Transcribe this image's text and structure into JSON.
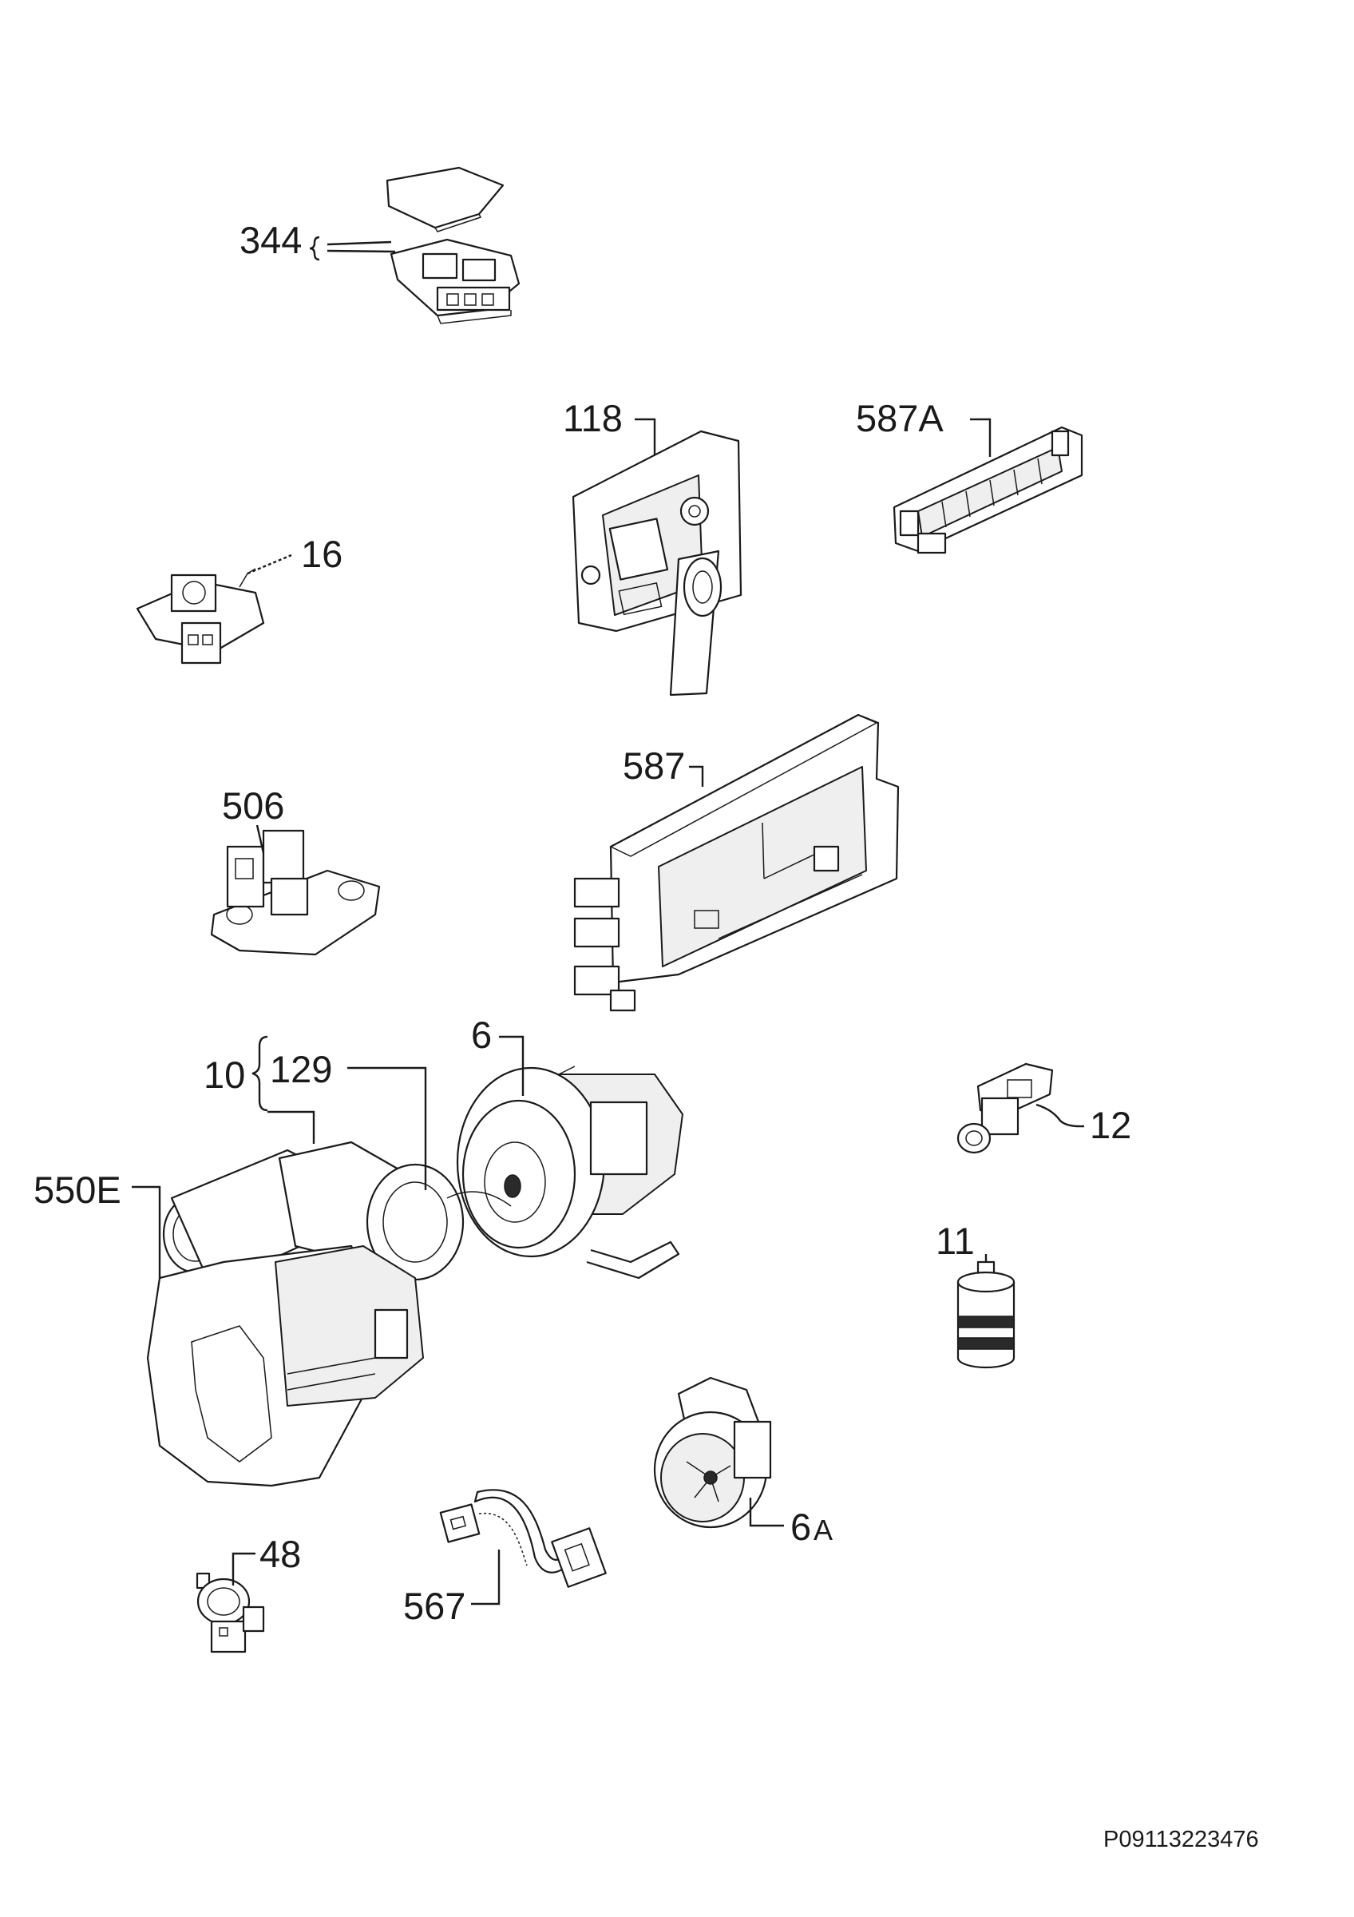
{
  "diagram": {
    "callouts": {
      "p344": "344",
      "p118": "118",
      "p587A": "587A",
      "p16": "16",
      "p587": "587",
      "p506": "506",
      "p6": "6",
      "p10": "10",
      "p129": "129",
      "p12": "12",
      "p550E": "550E",
      "p11": "11",
      "p6A_num": "6",
      "p6A_suffix": "A",
      "p48": "48",
      "p567": "567"
    },
    "document_code": "P09113223476"
  }
}
